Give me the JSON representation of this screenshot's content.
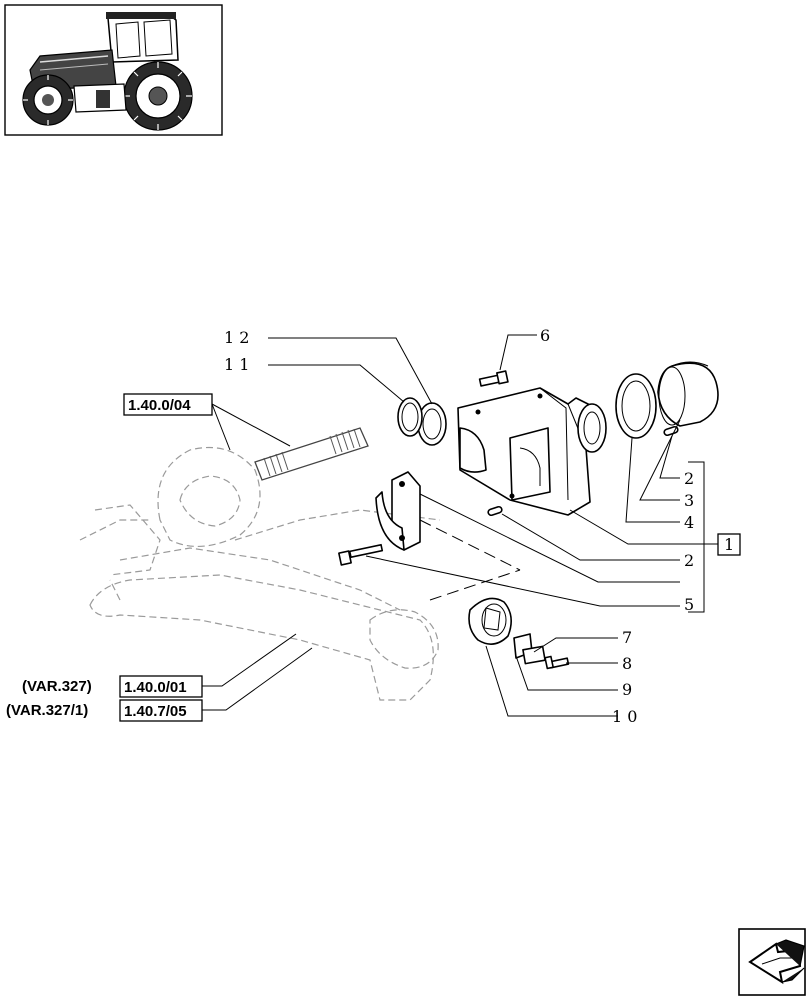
{
  "thumbnail": {
    "alt_icon": "tractor-thumbnail-icon"
  },
  "callouts": {
    "c12": "1 2",
    "c11": "1 1",
    "c6": "6",
    "c2a": "2",
    "c3": "3",
    "c4": "4",
    "c1": "1",
    "c2b": "2",
    "c5": "5",
    "c7": "7",
    "c8": "8",
    "c9": "9",
    "c10": "1 0"
  },
  "references": {
    "ref_top": "1.40.0/04",
    "ref_mid": "1.40.0/01",
    "ref_bot": "1.40.7/05"
  },
  "variants": {
    "var_a": "(VAR.327)",
    "var_b": "(VAR.327/1)"
  },
  "nav": {
    "icon": "next-page-arrow-icon"
  }
}
